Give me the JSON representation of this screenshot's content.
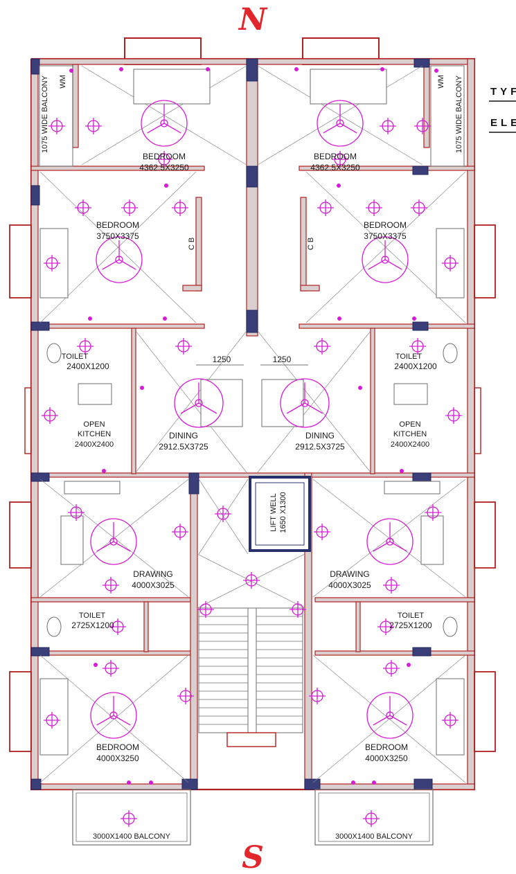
{
  "compass": {
    "north": "N",
    "south": "S"
  },
  "side_labels": {
    "line1": "TYF",
    "line2": "ELE"
  },
  "rooms": {
    "bedroom_nw": {
      "name": "BEDROOM",
      "size": "4362.5X3250"
    },
    "bedroom_ne": {
      "name": "BEDROOM",
      "size": "4362.5X3250"
    },
    "bedroom_w2": {
      "name": "BEDROOM",
      "size": "3750X3375"
    },
    "bedroom_e2": {
      "name": "BEDROOM",
      "size": "3750X3375"
    },
    "toilet_nw": {
      "name": "TOILET",
      "size": "2400X1200"
    },
    "toilet_ne": {
      "name": "TOILET",
      "size": "2400X1200"
    },
    "kitchen_w": {
      "name1": "OPEN",
      "name2": "KITCHEN",
      "size": "2400X2400"
    },
    "kitchen_e": {
      "name1": "OPEN",
      "name2": "KITCHEN",
      "size": "2400X2400"
    },
    "dining_w": {
      "name": "DINING",
      "size": "2912.5X3725"
    },
    "dining_e": {
      "name": "DINING",
      "size": "2912.5X3725"
    },
    "drawing_w": {
      "name": "DRAWING",
      "size": "4000X3025"
    },
    "drawing_e": {
      "name": "DRAWING",
      "size": "4000X3025"
    },
    "toilet_sw": {
      "name": "TOILET",
      "size": "2725X1200"
    },
    "toilet_se": {
      "name": "TOILET",
      "size": "2725X1200"
    },
    "bedroom_sw": {
      "name": "BEDROOM",
      "size": "4000X3250"
    },
    "bedroom_se": {
      "name": "BEDROOM",
      "size": "4000X3250"
    }
  },
  "lift_well": {
    "line1": "LIFT WELL",
    "line2": "1650 X1300"
  },
  "balconies": {
    "nw": "1075 WIDE BALCONY",
    "ne": "1075 WIDE BALCONY",
    "sw": "3000X1400 BALCONY",
    "se": "3000X1400 BALCONY"
  },
  "cupboard_label": "C B",
  "washing_machine": "WM",
  "dining_dims": {
    "west": "1250",
    "east": "1250"
  },
  "colors": {
    "wall": "#b02020",
    "electrical": "#d61ad6",
    "column": "#3a3f7a",
    "compass": "#e3262b"
  }
}
